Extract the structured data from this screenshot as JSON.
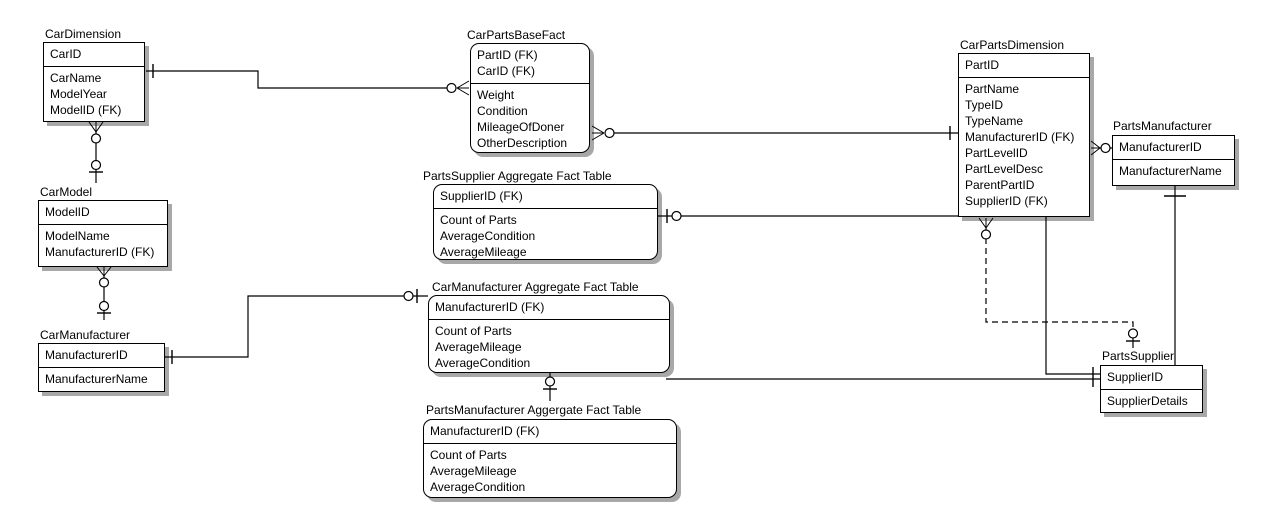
{
  "colors": {
    "line": "#000000",
    "boxFill": "#ffffff",
    "shadow": "#a8a8a8",
    "background": "#ffffff"
  },
  "entities": {
    "carDimension": {
      "title": "CarDimension",
      "keys": [
        "CarID"
      ],
      "attrs": [
        "CarName",
        "ModelYear",
        "ModelID (FK)"
      ]
    },
    "carModel": {
      "title": "CarModel",
      "keys": [
        "ModelID"
      ],
      "attrs": [
        "ModelName",
        "ManufacturerID (FK)"
      ]
    },
    "carManufacturer": {
      "title": "CarManufacturer",
      "keys": [
        "ManufacturerID"
      ],
      "attrs": [
        "ManufacturerName"
      ]
    },
    "carPartsBaseFact": {
      "title": "CarPartsBaseFact",
      "keys": [
        "PartID (FK)",
        "CarID (FK)"
      ],
      "attrs": [
        "Weight",
        "Condition",
        "MileageOfDoner",
        "OtherDescription"
      ]
    },
    "partsSupplierAgg": {
      "title": "PartsSupplier Aggregate Fact Table",
      "keys": [
        "SupplierID (FK)"
      ],
      "attrs": [
        "Count of Parts",
        "AverageCondition",
        "AverageMileage"
      ]
    },
    "carManufacturerAgg": {
      "title": "CarManufacturer Aggregate Fact Table",
      "keys": [
        "ManufacturerID (FK)"
      ],
      "attrs": [
        "Count of Parts",
        "AverageMileage",
        "AverageCondition"
      ]
    },
    "partsManufacturerAgg": {
      "title": "PartsManufacturer Aggergate Fact Table",
      "keys": [
        "ManufacturerID (FK)"
      ],
      "attrs": [
        "Count of Parts",
        "AverageMileage",
        "AverageCondition"
      ]
    },
    "carPartsDimension": {
      "title": "CarPartsDimension",
      "keys": [
        "PartID"
      ],
      "attrs": [
        "PartName",
        "TypeID",
        "TypeName",
        "ManufacturerID (FK)",
        "PartLevelID",
        "PartLevelDesc",
        "ParentPartID",
        "SupplierID (FK)"
      ]
    },
    "partsManufacturer": {
      "title": "PartsManufacturer",
      "keys": [
        "ManufacturerID"
      ],
      "attrs": [
        "ManufacturerName"
      ]
    },
    "partsSupplier": {
      "title": "PartsSupplier",
      "keys": [
        "SupplierID"
      ],
      "attrs": [
        "SupplierDetails"
      ]
    }
  },
  "relationships": [
    {
      "from": "CarDimension",
      "to": "CarPartsBaseFact",
      "style": "solid",
      "fromEnd": "one",
      "toEnd": "zero-or-many"
    },
    {
      "from": "CarPartsBaseFact",
      "to": "CarPartsDimension",
      "style": "solid",
      "fromEnd": "zero-or-many",
      "toEnd": "one"
    },
    {
      "from": "CarDimension",
      "to": "CarModel",
      "style": "solid",
      "fromEnd": "zero-or-many",
      "toEnd": "zero-or-one"
    },
    {
      "from": "CarModel",
      "to": "CarManufacturer",
      "style": "solid",
      "fromEnd": "zero-or-many",
      "toEnd": "zero-or-one"
    },
    {
      "from": "CarManufacturer",
      "to": "CarManufacturer Aggregate Fact Table",
      "style": "solid",
      "fromEnd": "one",
      "toEnd": "zero-or-one"
    },
    {
      "from": "PartsSupplier Aggregate Fact Table",
      "to": "CarPartsDimension",
      "style": "solid",
      "fromEnd": "zero-or-one",
      "toEnd": "plain"
    },
    {
      "from": "CarManufacturer Aggregate Fact Table",
      "to": "PartsManufacturer Aggergate Fact Table",
      "style": "solid",
      "fromEnd": "zero-or-one",
      "toEnd": "plain"
    },
    {
      "from": "CarManufacturer Aggregate Fact Table",
      "to": "PartsSupplier",
      "style": "solid",
      "fromEnd": "plain",
      "toEnd": "one"
    },
    {
      "from": "CarPartsDimension",
      "to": "PartsSupplier",
      "style": "solid",
      "fromEnd": "plain",
      "toEnd": "one"
    },
    {
      "from": "CarPartsDimension",
      "to": "PartsSupplier",
      "style": "dashed",
      "fromEnd": "zero-or-many",
      "toEnd": "zero-or-one"
    },
    {
      "from": "CarPartsDimension",
      "to": "PartsManufacturer",
      "style": "solid",
      "fromEnd": "zero-or-many",
      "toEnd": "one"
    },
    {
      "from": "PartsManufacturer",
      "to": "PartsSupplier",
      "style": "solid",
      "fromEnd": "one",
      "toEnd": "plain"
    }
  ]
}
